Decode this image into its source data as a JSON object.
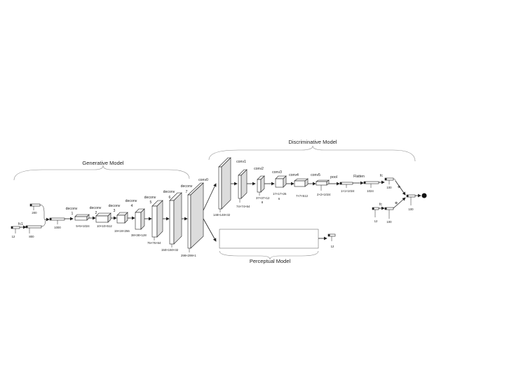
{
  "groups": {
    "generative": "Generative Model",
    "discriminative": "Discriminative Model",
    "perceptual": "Perceptual Model"
  },
  "inputs": {
    "fc1": "fc1",
    "fc1_size": "12",
    "noise_size": "200",
    "concat_size": "800",
    "fc_size": "1000"
  },
  "generator": {
    "deconv": [
      {
        "name1": "deconv",
        "name2": "1",
        "dims": "5×5×1024"
      },
      {
        "name1": "deconv",
        "name2": "2",
        "dims": "10×10×512"
      },
      {
        "name1": "deconv",
        "name2": "3",
        "dims": "19×19×256"
      },
      {
        "name1": "deconv",
        "name2": "4",
        "dims": "38×38×128"
      },
      {
        "name1": "deconv",
        "name2": "5",
        "dims": "75×75×64"
      },
      {
        "name1": "deconv",
        "name2": "6",
        "dims": "150×150×32"
      },
      {
        "name1": "deconv",
        "name2": "7",
        "dims": "299×299×1"
      }
    ]
  },
  "discriminator": {
    "conv": [
      {
        "name": "conv0",
        "dims": "148×148×32"
      },
      {
        "name": "conv1",
        "dims": "74×74×64"
      },
      {
        "name": "conv2",
        "dims": "37×37×12",
        "dims2": "8"
      },
      {
        "name": "conv3",
        "dims": "17×17×25",
        "dims2": "6"
      },
      {
        "name": "conv4",
        "dims": "7×7×512"
      },
      {
        "name": "conv5",
        "dims": "2×2×1024"
      }
    ],
    "pool": "pool",
    "pool_dims": "1×1×1024",
    "flatten": "Flatten",
    "flatten_dims": "1024",
    "fc_top": "fc",
    "fc_top_size": "100",
    "fc_bottom": "fc",
    "fc_bottom_in": "12",
    "fc_bottom_size": "100",
    "out_size": "100",
    "mult_top": "⊗",
    "mult_bottom": "⊗"
  },
  "perceptual": {
    "output_size": "12"
  }
}
